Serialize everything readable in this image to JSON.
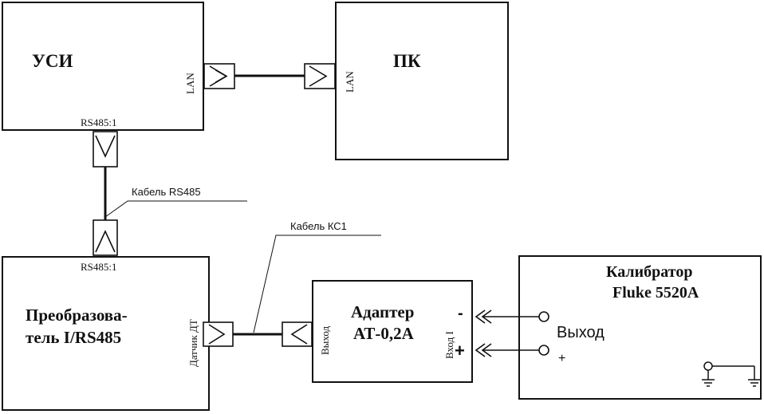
{
  "blocks": {
    "usi": {
      "title": "УСИ",
      "port_lan": "LAN",
      "port_rs485": "RS485:1"
    },
    "pc": {
      "title": "ПК",
      "port_lan": "LAN"
    },
    "converter": {
      "title_line1": "Преобразова-",
      "title_line2": "тель I/RS485",
      "port_rs485": "RS485:1",
      "port_sensor": "Датчик ДТ"
    },
    "adapter": {
      "title_line1": "Адаптер",
      "title_line2": "АТ-0,2А",
      "port_out": "Выход",
      "port_in": "Вход I",
      "minus": "-",
      "plus": "+"
    },
    "calibrator": {
      "title_line1": "Калибратор",
      "title_line2": "Fluke 5520A",
      "output_label": "Выход",
      "plus": "+"
    }
  },
  "cables": {
    "rs485": "Кабель RS485",
    "kc1": "Кабель КС1"
  },
  "colors": {
    "line": "#111111",
    "background": "#ffffff"
  }
}
